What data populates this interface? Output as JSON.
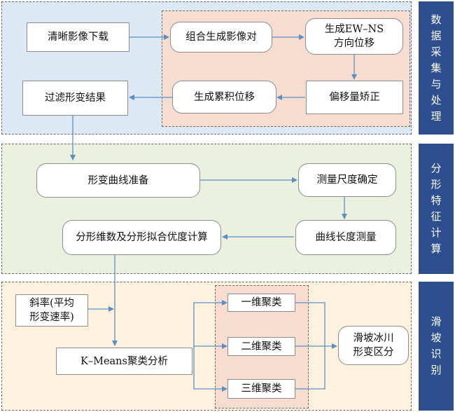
{
  "sections": [
    {
      "label_chars": [
        "数",
        "据",
        "采",
        "集",
        "与",
        "处",
        "理"
      ]
    },
    {
      "label_chars": [
        "分",
        "形",
        "特",
        "征",
        "计",
        "算"
      ]
    },
    {
      "label_chars": [
        "滑",
        "坡",
        "识",
        "别"
      ]
    }
  ],
  "nodes": {
    "download": "清晰影像下载",
    "pair": "组合生成影像对",
    "ewns": "生成EW–NS\n方向位移",
    "correct": "偏移量矫正",
    "cumulative": "生成累积位移",
    "filter": "过滤形变结果",
    "curve_prep": "形变曲线准备",
    "scale": "测量尺度确定",
    "length": "曲线长度测量",
    "fractal": "分形维数及分形拟合优度计算",
    "slope": "斜率(平均\n形变速率)",
    "kmeans": "K–Means聚类分析",
    "c1": "一维聚类",
    "c2": "二维聚类",
    "c3": "三维聚类",
    "result": "滑坡冰川\n形变区分"
  },
  "colors": {
    "panel1": "#dde8f5",
    "panel2": "#ebf1df",
    "panel3": "#fdf2de",
    "inner": "#f6ddd0",
    "side": "#2d4f8f",
    "arrow": "#5b8ec4"
  }
}
